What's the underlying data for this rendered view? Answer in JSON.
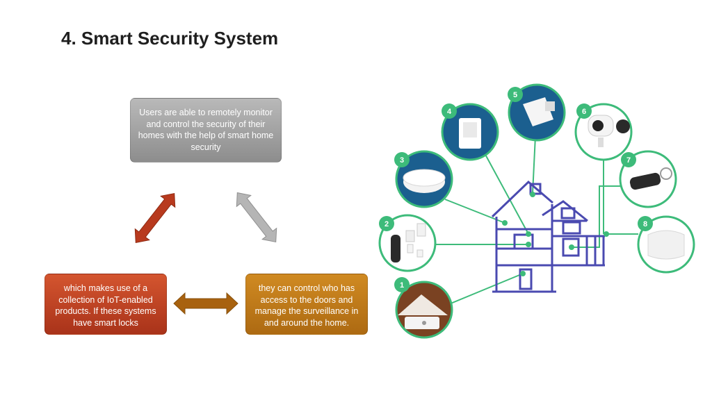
{
  "slide": {
    "title": "4. Smart Security System"
  },
  "cycle": {
    "top_text": "Users are able to remotely monitor and control the security of their homes with the help of smart home security",
    "left_text": "which makes use of a collection of IoT-enabled products. If these systems have smart locks",
    "right_text": "they can control who has access to the doors and manage the surveillance in and around the home."
  },
  "devices": [
    {
      "number": "1",
      "name": "door sensor"
    },
    {
      "number": "2",
      "name": "hub and keypad"
    },
    {
      "number": "3",
      "name": "smoke detector"
    },
    {
      "number": "4",
      "name": "motion sensor"
    },
    {
      "number": "5",
      "name": "window sensor"
    },
    {
      "number": "6",
      "name": "camera"
    },
    {
      "number": "7",
      "name": "key fob"
    },
    {
      "number": "8",
      "name": "siren"
    }
  ],
  "colors": {
    "accent_green": "#3dbb7a",
    "house_blue": "#4a4ab0",
    "arrow_red": "#b83a1e",
    "arrow_gray": "#a8a8a8",
    "arrow_brown": "#a8620f"
  }
}
